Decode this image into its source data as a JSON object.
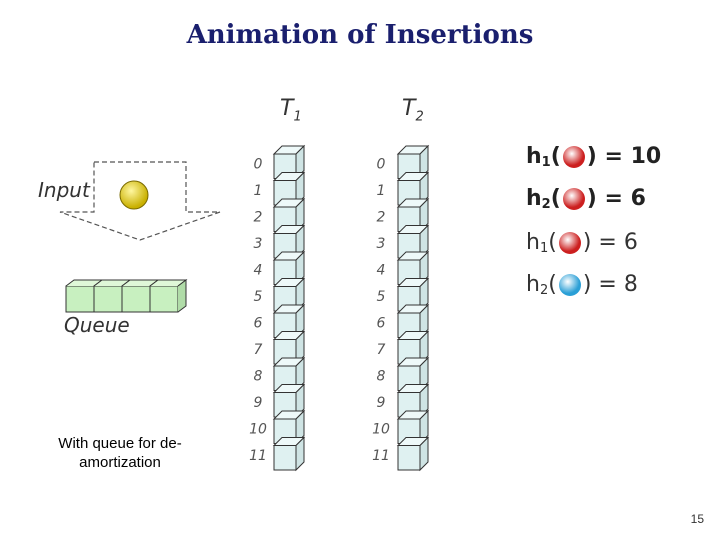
{
  "title": "Animation of Insertions",
  "tables": {
    "t1": {
      "label": "T",
      "sub": "1"
    },
    "t2": {
      "label": "T",
      "sub": "2"
    },
    "indices": [
      "0",
      "1",
      "2",
      "3",
      "4",
      "5",
      "6",
      "7",
      "8",
      "9",
      "10",
      "11"
    ]
  },
  "input_label": "Input",
  "queue_label": "Queue",
  "note": "With queue for de-amortization",
  "page_number": "15",
  "hashes": [
    {
      "fn": "h",
      "sub": "1",
      "ball_color": "#cc1f1f",
      "value": "= 10",
      "bold": true
    },
    {
      "fn": "h",
      "sub": "2",
      "ball_color": "#cc1f1f",
      "value": "= 6",
      "bold": true
    },
    {
      "fn": "h",
      "sub": "1",
      "ball_color": "#cc1f1f",
      "value": "= 6",
      "bold": false
    },
    {
      "fn": "h",
      "sub": "2",
      "ball_color": "#2a9fd6",
      "value": "= 8",
      "bold": false
    }
  ],
  "colors": {
    "cell_fill": "#dff1f1",
    "queue_fill": "#c8f0c0",
    "input_ball": "#e8d400",
    "red_ball": "#cc1f1f",
    "blue_ball": "#2a9fd6"
  }
}
